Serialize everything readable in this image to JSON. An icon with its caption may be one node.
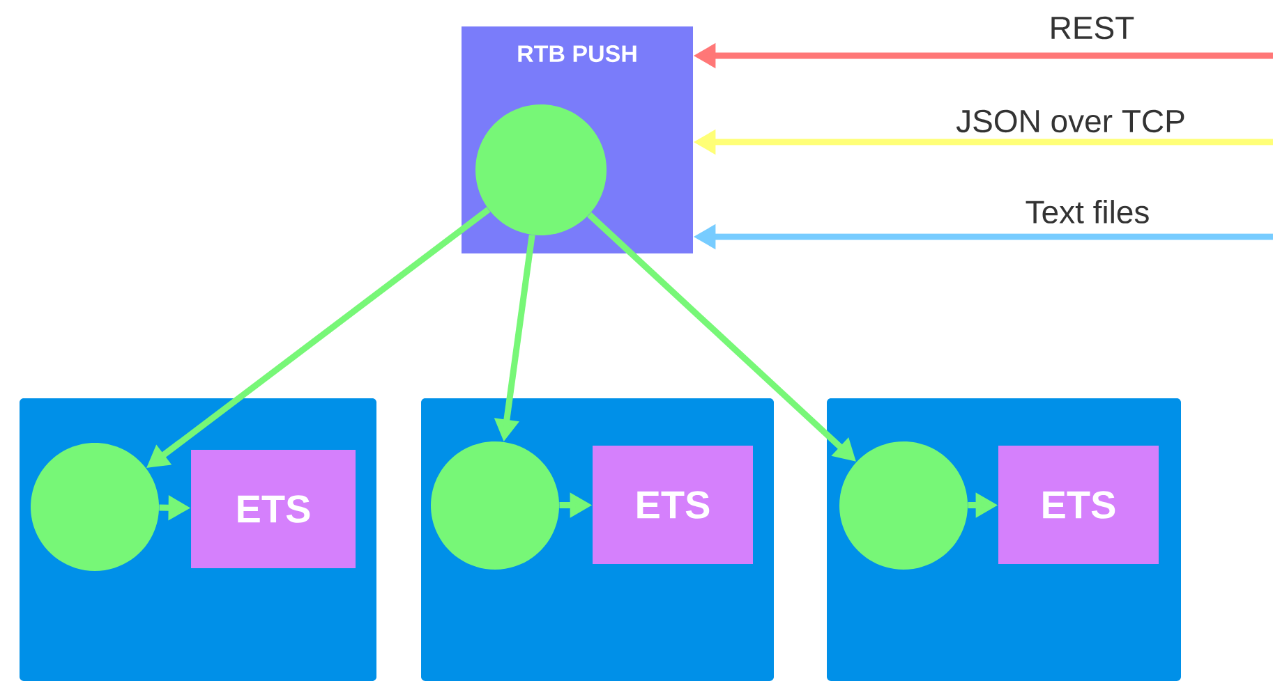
{
  "diagram": {
    "nodes": [
      {
        "text": [
          "RTB PUSH"
        ]
      },
      {
        "text": [],
        "shape": "circle",
        "in": 0
      },
      {
        "text": [],
        "shape": "box"
      },
      {
        "text": [],
        "shape": "circle",
        "in": 2
      },
      {
        "text": [
          "ETS"
        ],
        "in": 2
      },
      {
        "text": [],
        "shape": "box"
      },
      {
        "text": [],
        "shape": "circle",
        "in": 5
      },
      {
        "text": [
          "ETS"
        ],
        "in": 5
      },
      {
        "text": [],
        "shape": "box"
      },
      {
        "text": [],
        "shape": "circle",
        "in": 8
      },
      {
        "text": [
          "ETS"
        ],
        "in": 8
      }
    ],
    "edges": [
      {
        "from": null,
        "to": 0,
        "arrow": "to",
        "label": "REST",
        "color": "#ff7777"
      },
      {
        "from": null,
        "to": 0,
        "arrow": "to",
        "label": "JSON over TCP",
        "color": "#ffff77"
      },
      {
        "from": null,
        "to": 0,
        "arrow": "to",
        "label": "Text files",
        "color": "#77ccff"
      },
      {
        "from": 1,
        "to": 3,
        "arrow": "to"
      },
      {
        "from": 1,
        "to": 6,
        "arrow": "to"
      },
      {
        "from": 1,
        "to": 9,
        "arrow": "to"
      },
      {
        "from": 3,
        "to": 4,
        "arrow": "to"
      },
      {
        "from": 6,
        "to": 7,
        "arrow": "to"
      },
      {
        "from": 9,
        "to": 10,
        "arrow": "to"
      }
    ]
  }
}
